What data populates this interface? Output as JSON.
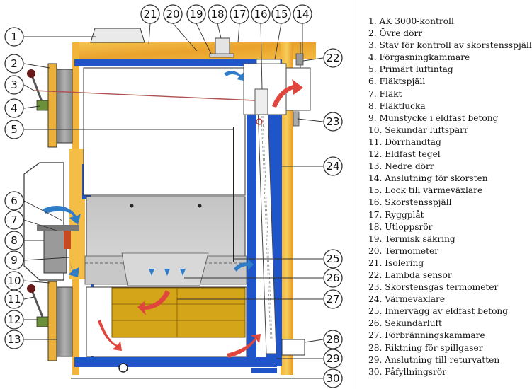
{
  "legend": [
    "1. AK 3000-kontroll",
    "2. Övre dörr",
    "3. Stav för kontroll av skorstensspjäll",
    "4. Förgasningkammare",
    "5. Primärt luftintag",
    "6. Fläktspjäll",
    "7. Fläkt",
    "8. Fläktlucka",
    "9. Munstycke i eldfast betong",
    "10. Sekundär luftspärr",
    "11. Dörrhandtag",
    "12. Eldfast tegel",
    "13. Nedre dörr",
    "14. Anslutning för skorsten",
    "15. Lock till värmeväxlare",
    "16. Skorstensspjäll",
    "17. Ryggplåt",
    "18. Utloppsrör",
    "19. Termisk säkring",
    "20. Termometer",
    "21.  Isolering",
    "22. Lambda sensor",
    "23. Skorstensgas termometer",
    "24. Värmeväxlare",
    "25. Innervägg av eldfast betong",
    "26. Sekundärluft",
    "27. Förbränningskammare",
    "28. Riktning för spillgaser",
    "29. Anslutning till returvatten",
    "30. Påfyllningsrör"
  ],
  "callouts": [
    "1",
    "2",
    "3",
    "4",
    "5",
    "6",
    "7",
    "8",
    "9",
    "10",
    "11",
    "12",
    "13",
    "14",
    "15",
    "16",
    "17",
    "18",
    "19",
    "20",
    "21",
    "22",
    "23",
    "24",
    "25",
    "26",
    "27",
    "28",
    "29",
    "30"
  ],
  "colors": {
    "insulation": "#f0b236",
    "water_jacket": "#1f55c8",
    "refractory": "#d4a519",
    "door_panel": "#9a9a9a",
    "flow_arrow": "#e0463e",
    "air_arrow": "#2f7cc8"
  }
}
